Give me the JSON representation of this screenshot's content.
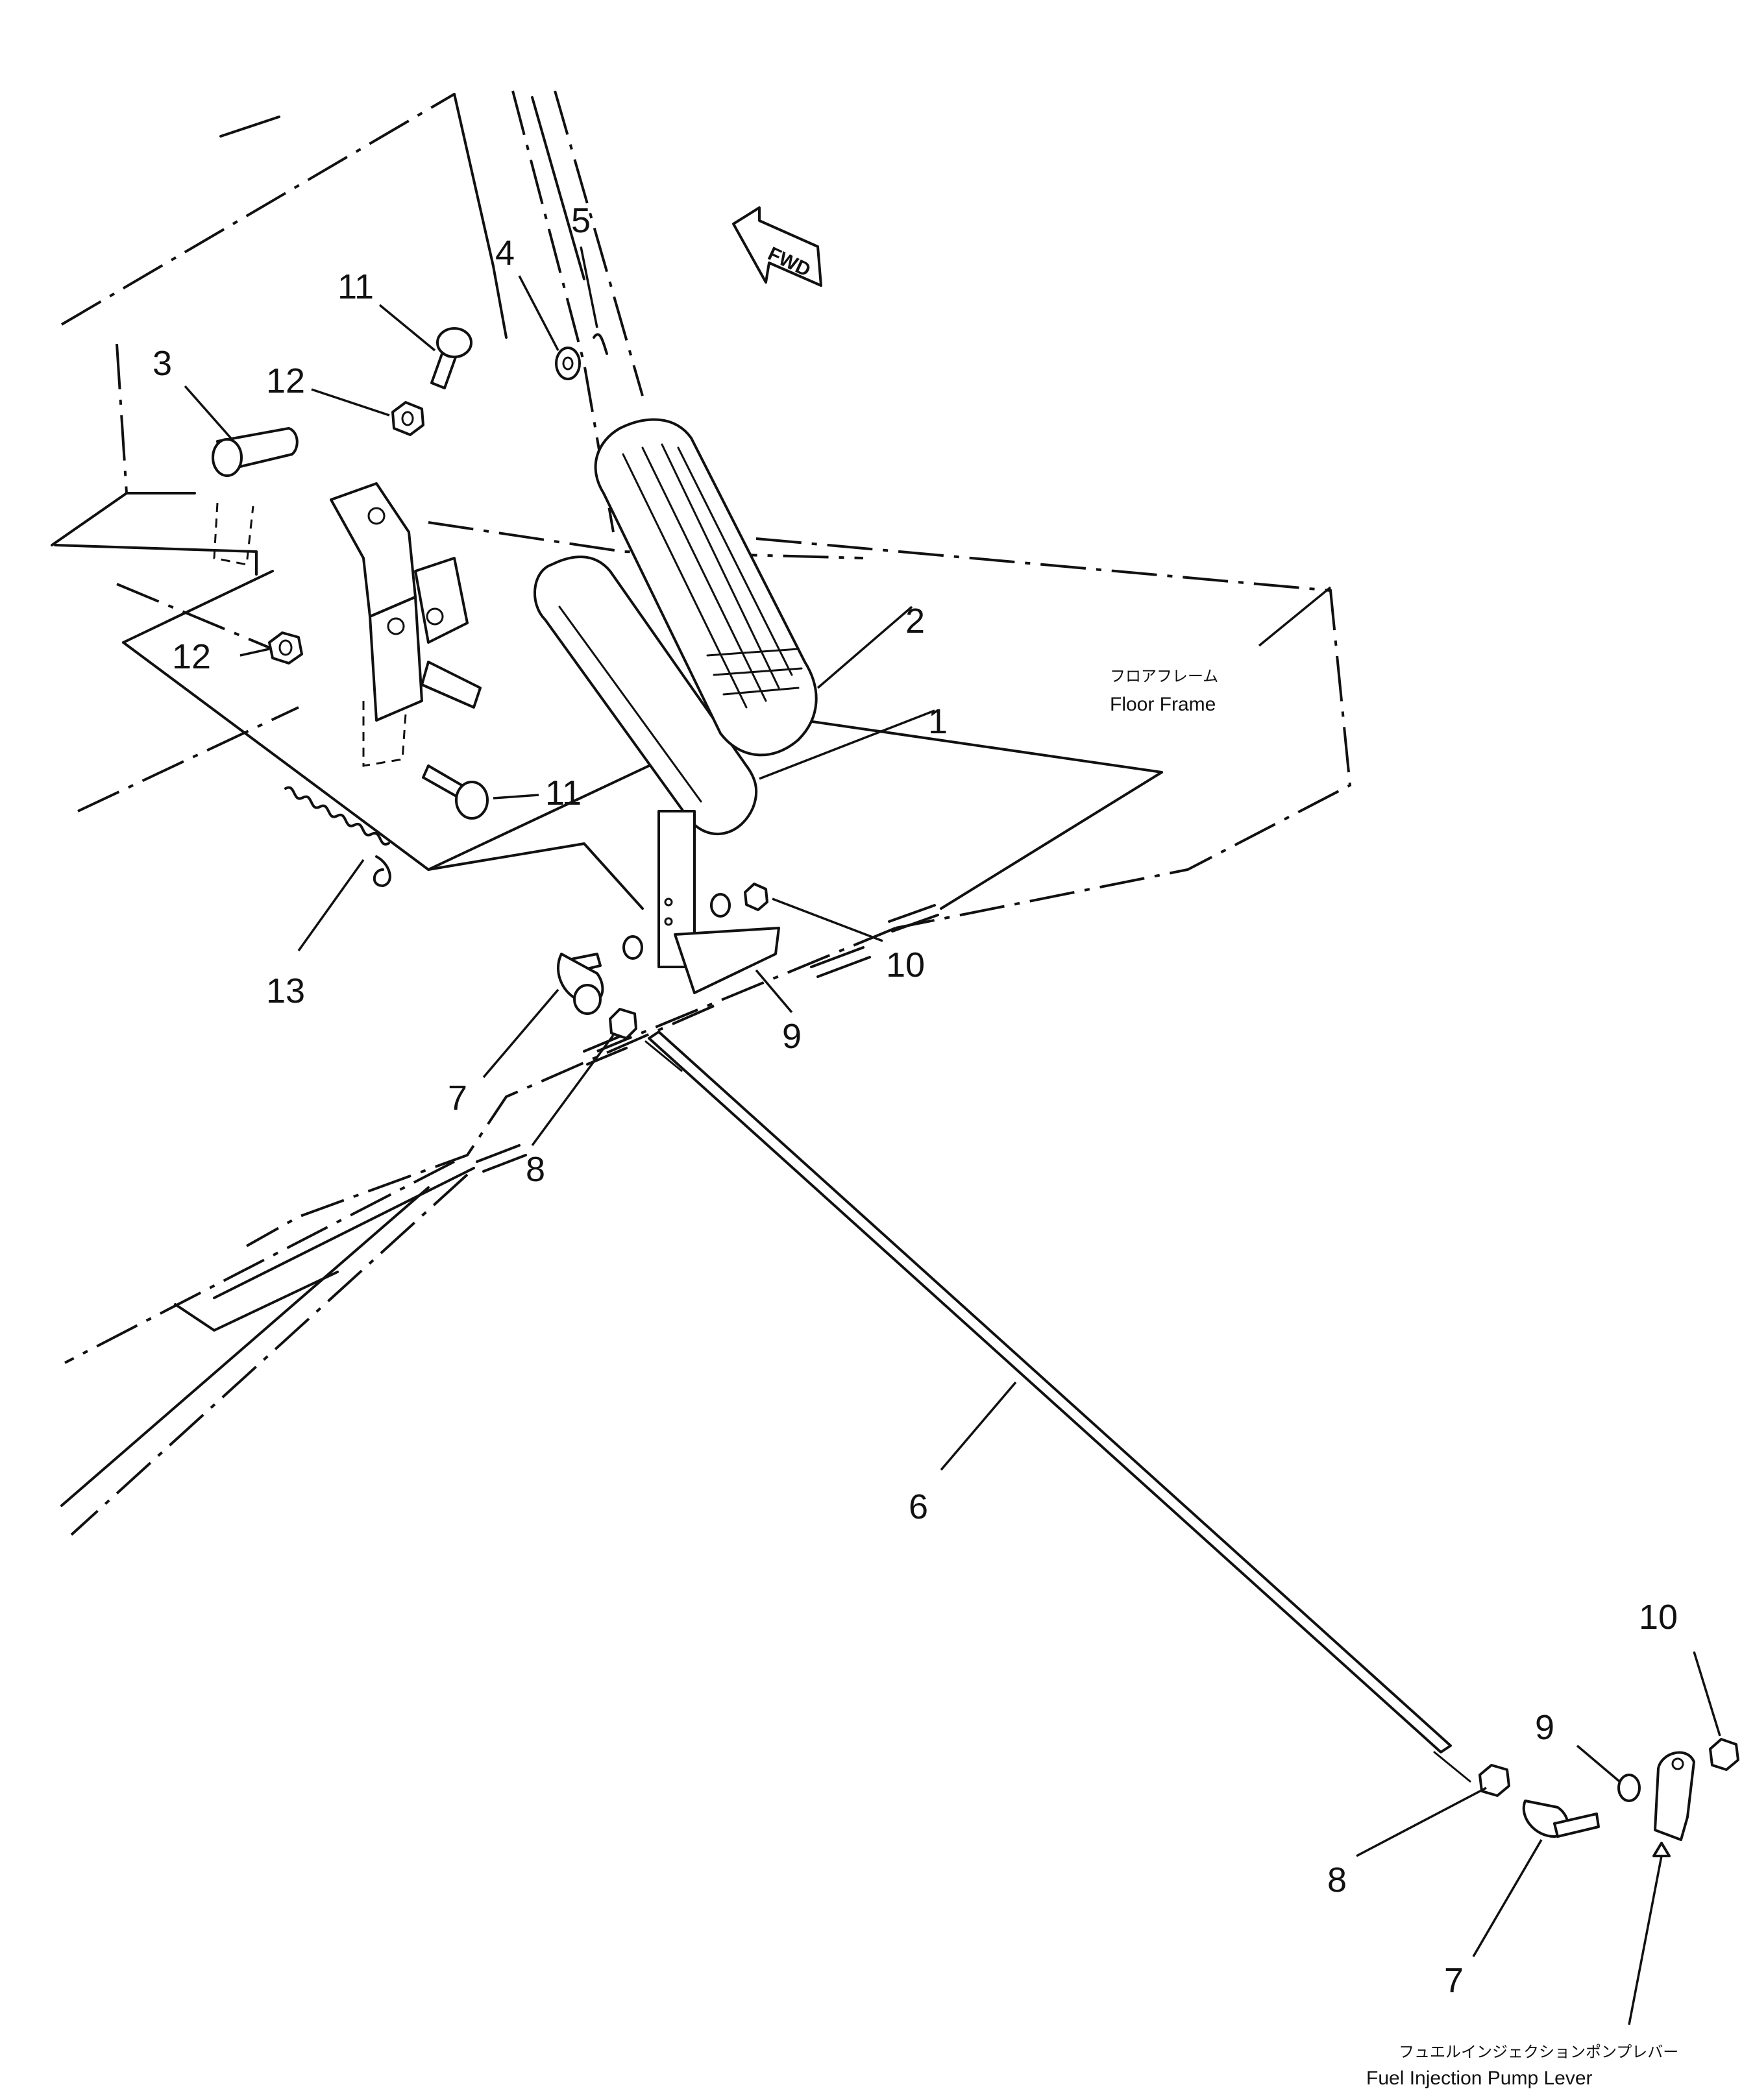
{
  "fwd_marker": "FWD",
  "annotations": {
    "floor_frame_jp": "フロアフレーム",
    "floor_frame_en": "Floor Frame",
    "pump_lever_jp": "フュエルインジェクションポンプレバー",
    "pump_lever_en": "Fuel Injection Pump Lever"
  },
  "callouts": {
    "c1": "1",
    "c2": "2",
    "c3": "3",
    "c4": "4",
    "c5": "5",
    "c6": "6",
    "c7a": "7",
    "c7b": "7",
    "c8a": "8",
    "c8b": "8",
    "c9a": "9",
    "c9b": "9",
    "c10a": "10",
    "c10b": "10",
    "c11a": "11",
    "c11b": "11",
    "c12a": "12",
    "c12b": "12",
    "c13": "13"
  }
}
